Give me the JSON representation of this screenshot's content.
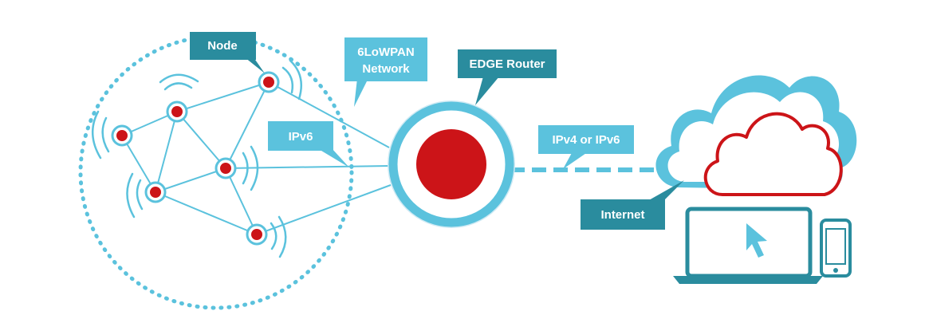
{
  "colors": {
    "light_blue": "#5bc2dd",
    "teal": "#2a8c9e",
    "red": "#cc1418",
    "white": "#ffffff"
  },
  "labels": {
    "node": "Node",
    "lowpan_line1": "6LoWPAN",
    "lowpan_line2": "Network",
    "edge_router": "EDGE Router",
    "ipv6": "IPv6",
    "ipv4_or_ipv6": "IPv4 or IPv6",
    "internet": "Internet"
  },
  "icons": {
    "network_nodes": "red-dot-node",
    "cloud_outline": "cloud-outline-icon",
    "cloud": "cloud-icon",
    "laptop": "laptop-icon",
    "cursor": "cursor-arrow-icon",
    "phone": "smartphone-icon"
  }
}
